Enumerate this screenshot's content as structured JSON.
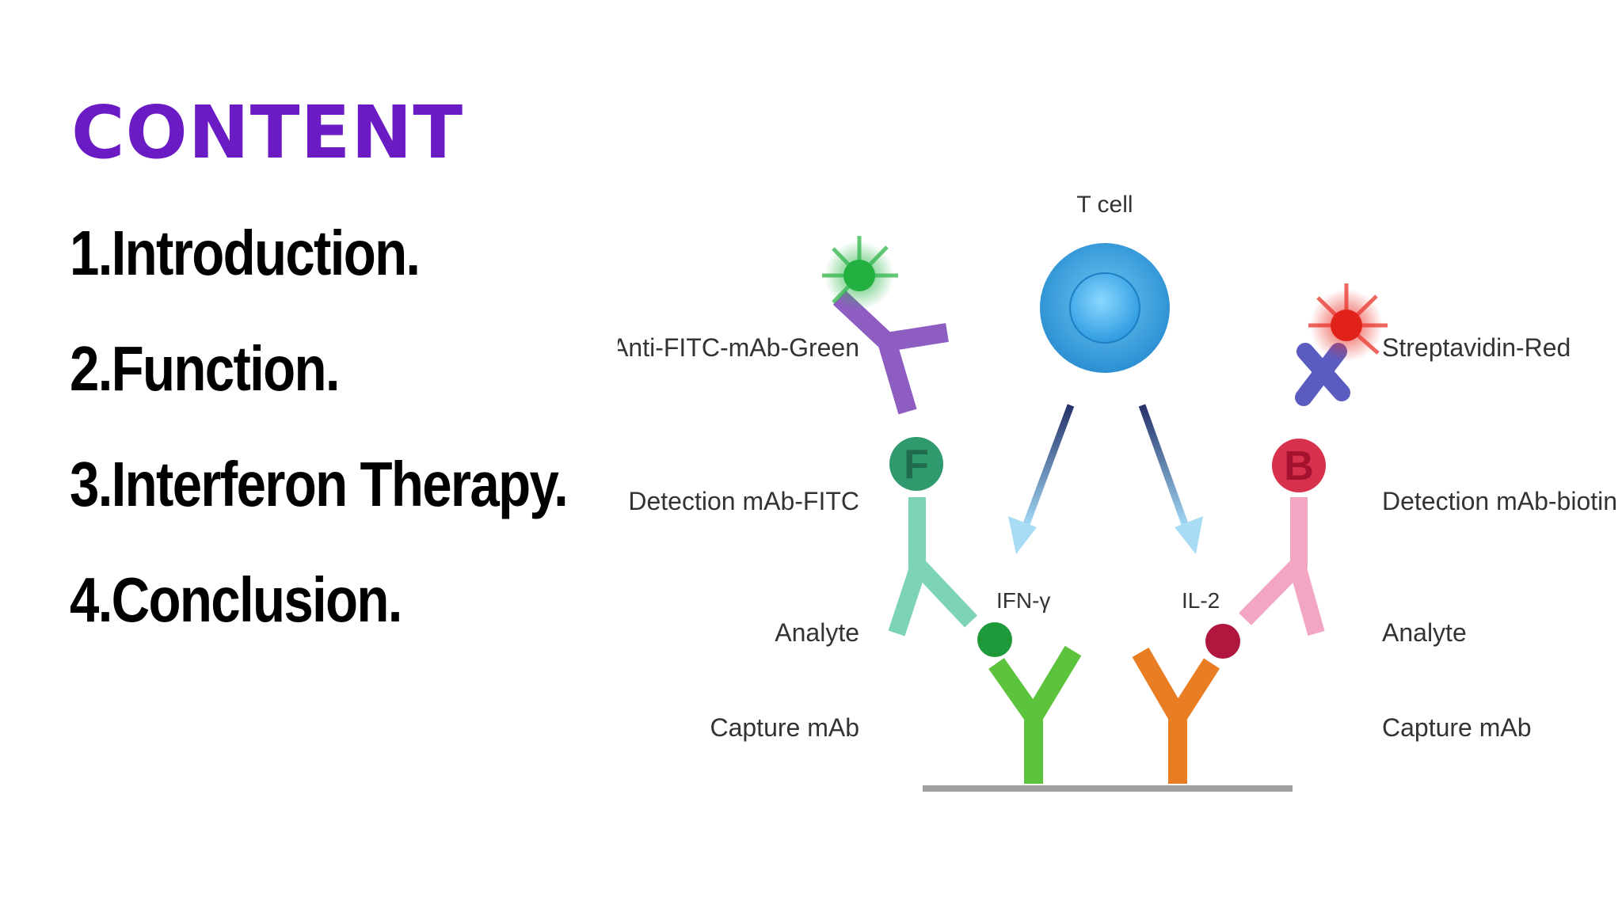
{
  "slide": {
    "title": "CONTENT",
    "items": [
      "1.Introduction.",
      "2.Function.",
      "3.Interferon Therapy.",
      "4.Conclusion."
    ]
  },
  "diagram": {
    "labels": {
      "t_cell": "T cell",
      "anti_fitc": "Anti-FITC-mAb-Green",
      "streptavidin": "Streptavidin-Red",
      "detection_fitc": "Detection mAb-FITC",
      "detection_biotin": "Detection mAb-biotin",
      "analyte_left": "Analyte",
      "analyte_right": "Analyte",
      "capture_left": "Capture mAb",
      "capture_right": "Capture mAb",
      "ifn": "IFN-γ",
      "il2": "IL-2",
      "badge_f": "F",
      "badge_b": "B"
    },
    "colors": {
      "title": "#6a1bc4",
      "t_cell": "#3aa6e0",
      "green_fluor": "#2fb54a",
      "red_fluor": "#e8332a",
      "purple_antibody": "#8e5dc2",
      "blue_streptavidin": "#5a5cc0",
      "fitc_badge": "#2f9a6e",
      "biotin_badge": "#d8314e",
      "teal_antibody": "#7dd3b6",
      "pink_antibody": "#f2a6c4",
      "green_capture": "#5cc33d",
      "orange_capture": "#e87d24",
      "ifn_analyte": "#1f9a3a",
      "il2_analyte": "#b0163e",
      "plate": "#a0a0a0"
    }
  }
}
